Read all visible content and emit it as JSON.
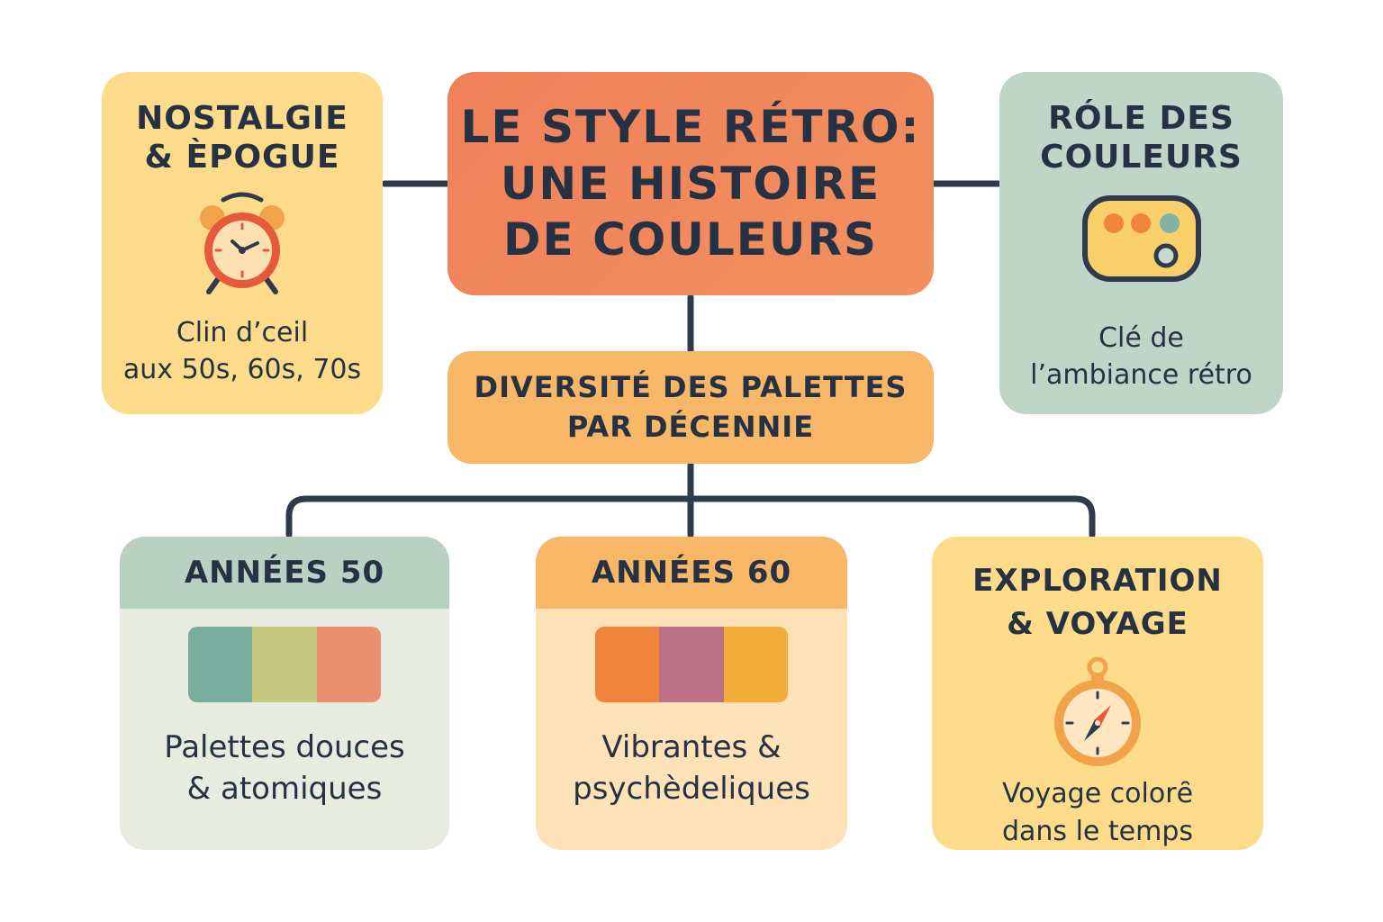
{
  "title": {
    "line1": "LE STYLE RÉTRO:",
    "line2": "UNE HISTOIRE",
    "line3": "DE COULEURS"
  },
  "nostalgie": {
    "heading_line1": "NOSTALGIE",
    "heading_line2": "& ÈPOGUE",
    "icon": "alarm-clock-icon",
    "text_line1": "Clin d’ceil",
    "text_line2": "aux 50s, 60s, 70s"
  },
  "role": {
    "heading_line1": "RÓLE DES",
    "heading_line2": "COULEURS",
    "icon": "color-palette-icon",
    "text_line1": "Clé de",
    "text_line2": "l’ambiance rétro"
  },
  "diversite": {
    "line1": "DIVERSITÉ DES PALETTES",
    "line2": "PAR DÉCENNIE"
  },
  "annees50": {
    "heading": "ANNÉES 50",
    "swatches": [
      "#79ae9f",
      "#c4c77e",
      "#ea8f70"
    ],
    "text_line1": "Palettes douces",
    "text_line2": "& atomiques"
  },
  "annees60": {
    "heading": "ANNÉES 60",
    "swatches": [
      "#f0843a",
      "#bc7189",
      "#f3ae3a"
    ],
    "text_line1": "Vibrantes &",
    "text_line2": "psychèdeliques"
  },
  "exploration": {
    "heading_line1": "EXPLORATION",
    "heading_line2": "& VOYAGE",
    "icon": "compass-icon",
    "text_line1": "Voyage colorȇ",
    "text_line2": "dans le temps"
  },
  "colors": {
    "title_bg": "#f0805a",
    "nostalgie_bg": "#fcdc8a",
    "role_bg": "#bfd5c8",
    "diversite_bg": "#f7b767",
    "connector": "#2f3a4c",
    "text": "#263244"
  }
}
